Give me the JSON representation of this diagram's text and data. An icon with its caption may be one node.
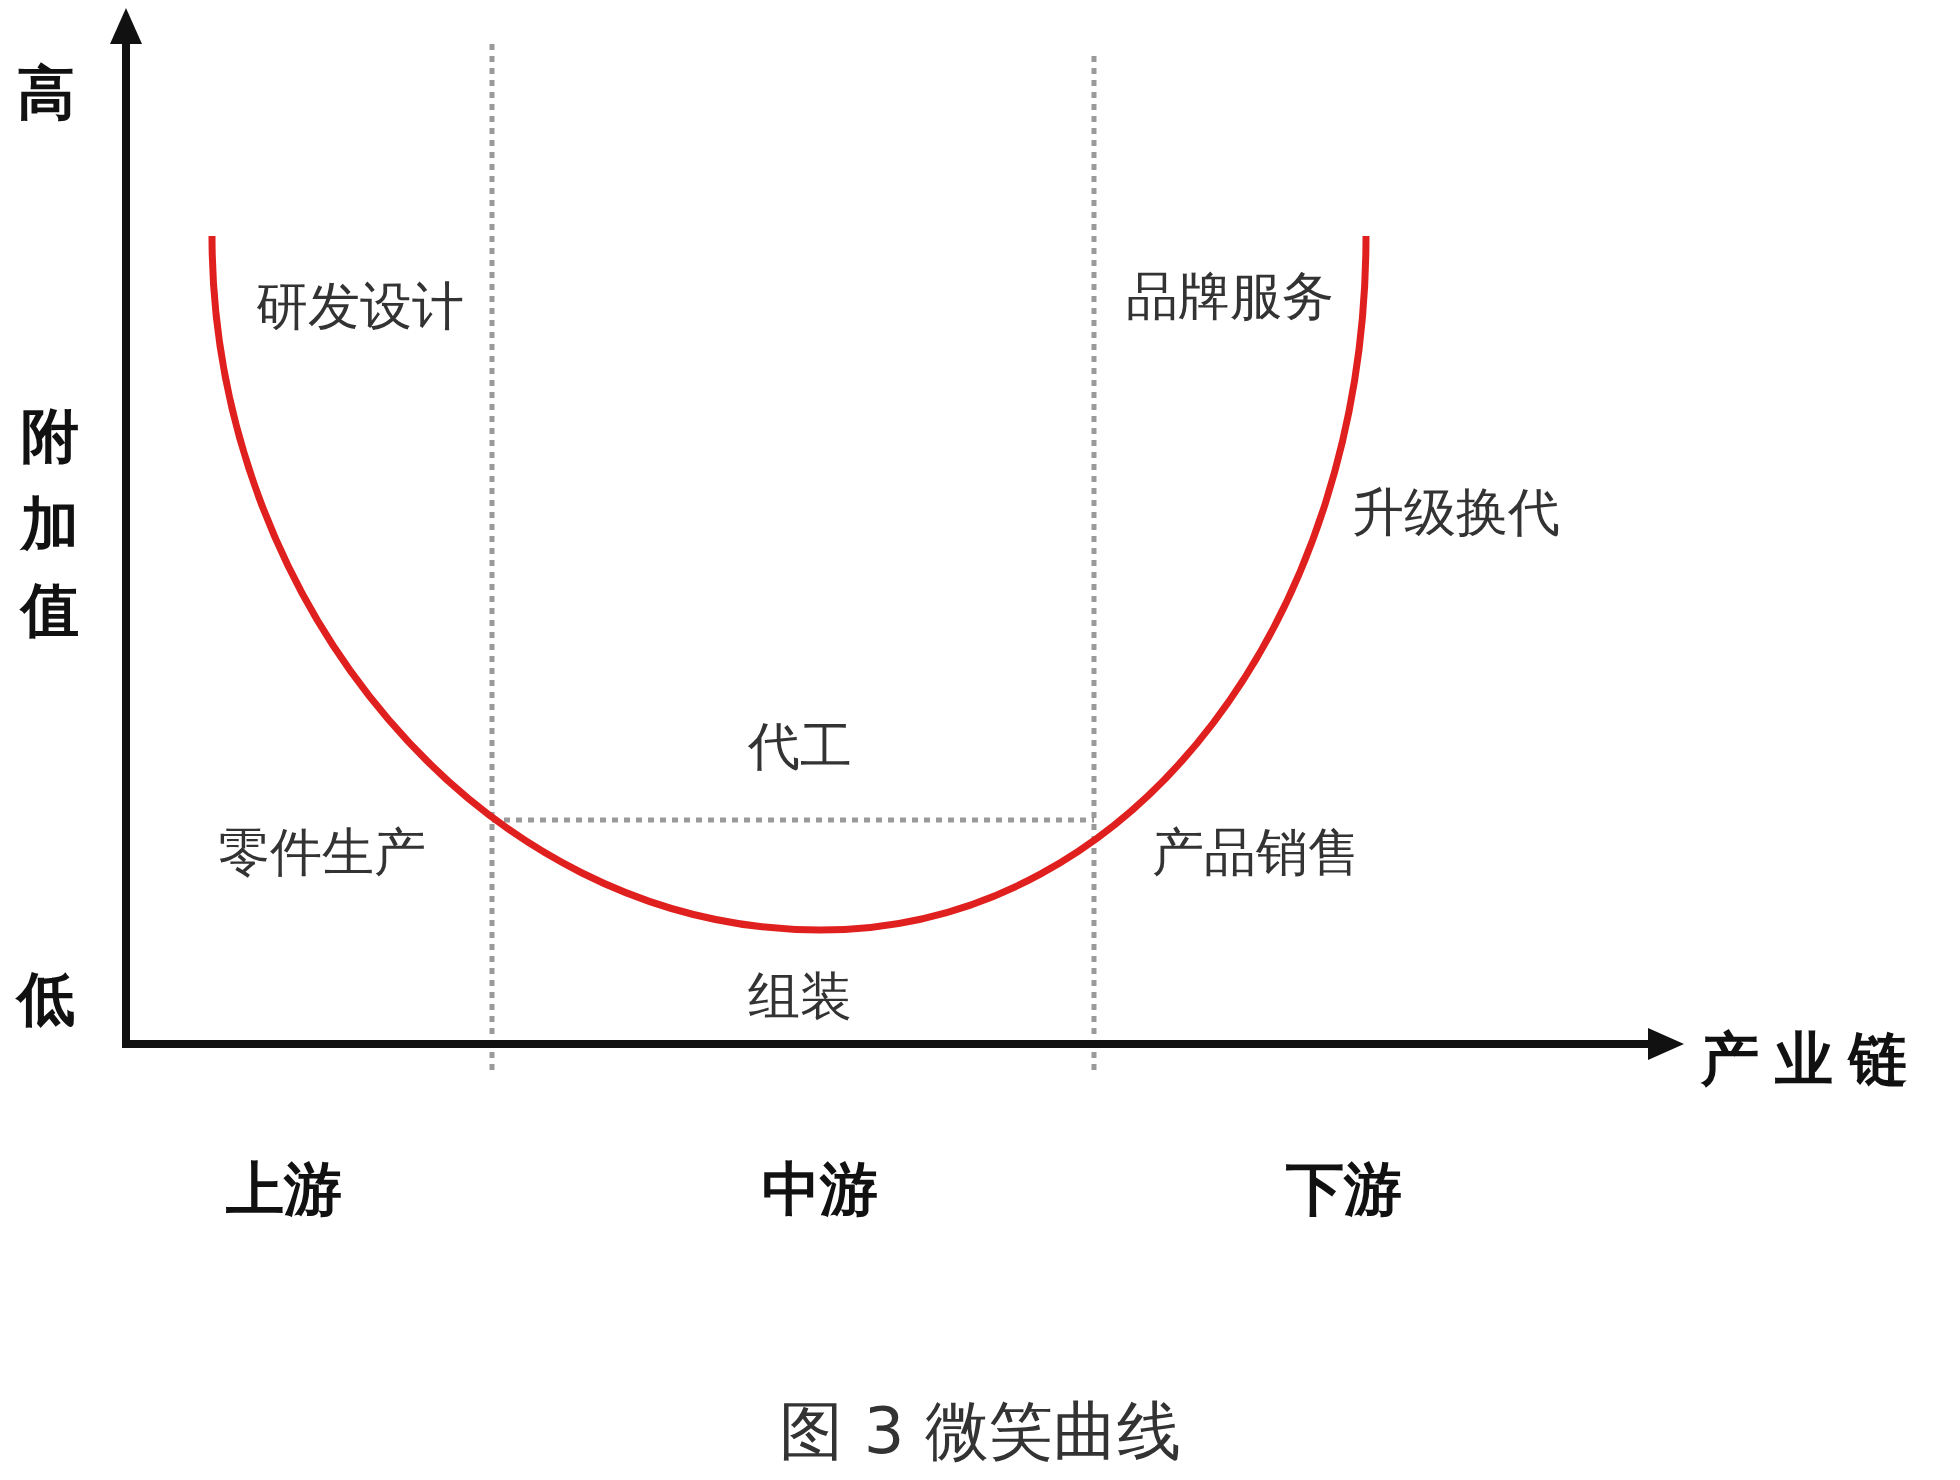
{
  "diagram": {
    "caption": "图 3 微笑曲线",
    "labels": [
      "高",
      "研发设计",
      "品牌服务",
      "附加值",
      "升级换代",
      "代工",
      "零件生产",
      "产品销售",
      "低",
      "组装",
      "产业链",
      "上游",
      "中游",
      "下游"
    ]
  }
}
